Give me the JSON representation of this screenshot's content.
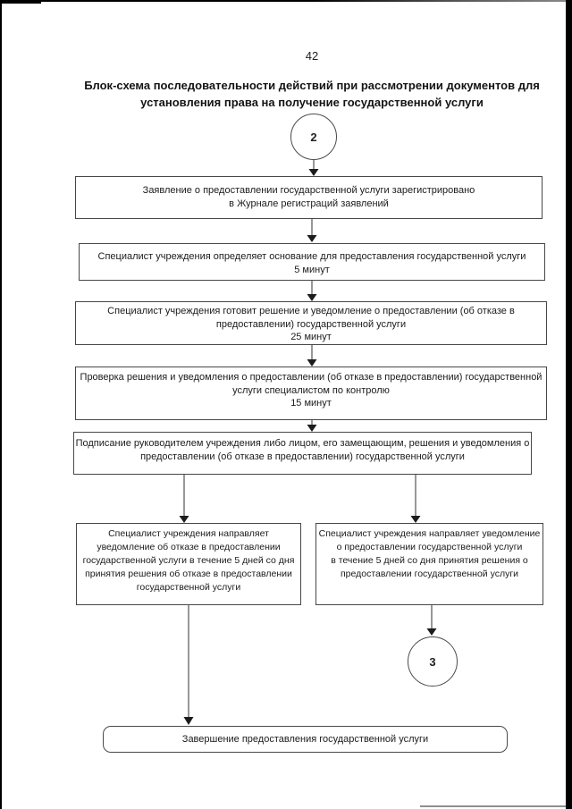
{
  "page": {
    "number": "42"
  },
  "title": "Блок-схема последовательности действий при рассмотрении документов для\nустановления права на получение государственной услуги",
  "flowchart": {
    "entry_connector": {
      "label": "2"
    },
    "exit_connector": {
      "label": "3"
    },
    "steps": [
      {
        "id": "application-registered",
        "text": "Заявление о предоставлении государственной услуги зарегистрировано\nв Журнале регистраций заявлений"
      },
      {
        "id": "determine-basis",
        "text": "Специалист учреждения определяет основание для предоставления государственной услуги\n5 минут"
      },
      {
        "id": "prepare-decision",
        "text": "Специалист учреждения готовит решение и уведомление о предоставлении (об отказе в\nпредоставлении) государственной услуги\n25 минут"
      },
      {
        "id": "control-check",
        "text": "Проверка решения и уведомления о предоставлении (об отказе в предоставлении) государственной\nуслуги специалистом по контролю\n15 минут"
      },
      {
        "id": "signing",
        "text": "Подписание руководителем учреждения либо лицом, его замещающим, решения и уведомления о\nпредоставлении (об отказе в предоставлении) государственной услуги"
      }
    ],
    "branches": {
      "refusal": {
        "text": "Специалист учреждения направляет\nуведомление об отказе в предоставлении\nгосударственной услуги в течение 5 дней со дня\nпринятия решения об отказе в предоставлении\nгосударственной услуги"
      },
      "approval": {
        "text": "Специалист учреждения направляет уведомление\nо предоставлении государственной услуги\nв течение 5 дней со дня принятия решения о\nпредоставлении государственной услуги"
      }
    },
    "end": {
      "text": "Завершение предоставления государственной услуги"
    }
  }
}
